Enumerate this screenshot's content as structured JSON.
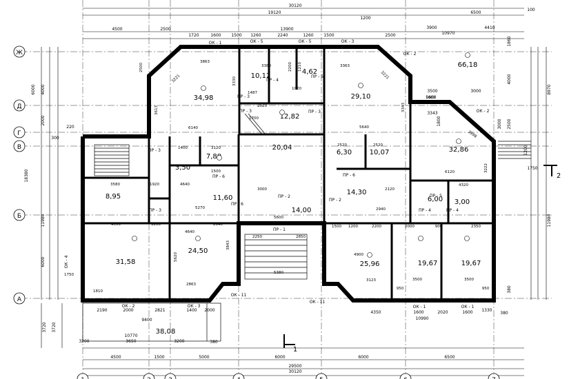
{
  "drawing": {
    "top_dims": {
      "overall": "30120",
      "sub_overall": "19120",
      "right_overall": "6500",
      "mid_overall": "13900",
      "upper_left": "4500",
      "upper_2500a": "2500",
      "d1720": "1720",
      "d1600": "1600",
      "d1500": "1500",
      "d1260": "1260",
      "d2240": "2240",
      "d1260b": "1260",
      "d1500b": "1500",
      "d1200": "1200",
      "d2500b": "2500",
      "d3900": "3900",
      "d10970": "10970",
      "d4410": "4410",
      "d100": "100"
    },
    "bottom_dims": {
      "d4500": "4500",
      "d1500": "1500",
      "d5000": "5000",
      "d6000a": "6000",
      "d6000b": "6000",
      "d6500": "6500",
      "overall": "29500",
      "overall2": "30120",
      "d2190": "2190",
      "d2000": "2000",
      "d2821": "2821",
      "d1400": "1400",
      "d2000b": "2000",
      "d4350": "4350",
      "d1600": "1600",
      "d2020": "2020",
      "d1600b": "1600",
      "d1330": "1330",
      "d380": "380",
      "d10990": "10990",
      "d3200": "3200",
      "d3650": "3650",
      "d3200b": "3200",
      "d10770": "10770",
      "d3720a": "3720",
      "d3720b": "3720",
      "d380b": "380",
      "d9400": "9400"
    },
    "left_dims": {
      "d18380": "18380",
      "d6000": "6000",
      "d4000": "4000",
      "d2000": "2000",
      "d6000b": "6000",
      "d11980": "11980",
      "d220": "220",
      "d300": "300"
    },
    "right_dims": {
      "d8970": "8970",
      "d4000": "4000",
      "d1860": "1860",
      "d3000": "3000",
      "d2500": "2500",
      "d1200": "1200",
      "d1750": "1750",
      "d11980": "11980",
      "d380": "380",
      "d3500": "3500",
      "d3000b": "3000",
      "d3343": "3343",
      "d1800": "1800",
      "d1600": "1600"
    },
    "axes_rows": [
      "Ж",
      "Д",
      "Г",
      "В",
      "Б",
      "А"
    ],
    "axes_cols": [
      "1",
      "2",
      "3",
      "4",
      "5",
      "6",
      "7"
    ],
    "section_marks": {
      "s1": "1",
      "s2": "2"
    },
    "rooms": [
      {
        "id": "r1",
        "area": "34,98"
      },
      {
        "id": "r2",
        "area": "10,12"
      },
      {
        "id": "r3",
        "area": "4,62"
      },
      {
        "id": "r4",
        "area": "29,10"
      },
      {
        "id": "r5",
        "area": "66,18"
      },
      {
        "id": "r6",
        "area": "12,82"
      },
      {
        "id": "r7",
        "area": "32,86"
      },
      {
        "id": "r8",
        "area": "20,04"
      },
      {
        "id": "r9",
        "area": "6,30"
      },
      {
        "id": "r10",
        "area": "10,07"
      },
      {
        "id": "r11",
        "area": "3,50"
      },
      {
        "id": "r12",
        "area": "7,80"
      },
      {
        "id": "r13",
        "area": "8,95"
      },
      {
        "id": "r14",
        "area": "11,60"
      },
      {
        "id": "r15",
        "area": "14,00"
      },
      {
        "id": "r16",
        "area": "14,30"
      },
      {
        "id": "r17",
        "area": "6,00"
      },
      {
        "id": "r18",
        "area": "3,00"
      },
      {
        "id": "r19",
        "area": "31,58"
      },
      {
        "id": "r20",
        "area": "24,50"
      },
      {
        "id": "r21",
        "area": "25,96"
      },
      {
        "id": "r22",
        "area": "19,67"
      },
      {
        "id": "r23",
        "area": "19,67"
      },
      {
        "id": "r24",
        "area": "38,08"
      }
    ],
    "openings": {
      "ok1a": "ОК - 1",
      "ok5a": "ОК - 5",
      "ok5b": "ОК - 5",
      "ok3a": "ОК - 3",
      "ok2a": "ОК - 2",
      "ok2b": "ОК - 2",
      "ok4": "ОК - 4",
      "ok2c": "ОК - 2",
      "ok3b": "ОК - 3",
      "ok11a": "ОК - 11",
      "ok11b": "ОК - 11",
      "ok1b": "ОК - 1",
      "ok1c": "ОК - 1",
      "pr3a": "ПР - 3",
      "pr4a": "ПР - 4",
      "pr3b": "ПР - 3",
      "pr3c": "ПР - 3",
      "pr6": "ПР - 6",
      "pr6b": "ПР - 6",
      "pr2a": "ПР - 2",
      "pr2b": "ПР - 2",
      "pr1": "ПР - 1",
      "pr3d": "ПР - 3",
      "pr4b": "ПР - 4",
      "pr3e": "ПР - 3",
      "pr5": "ПР - 5",
      "pr6c": "ПР - 6",
      "pr4c": "ПР - 4",
      "pr5b": "ПР - 5"
    },
    "inner_dims": {
      "d3863a": "3863",
      "d3221a": "3221",
      "d2500": "2500",
      "d3380": "3380",
      "d2200": "2200",
      "d1210": "1210",
      "d3363": "3363",
      "d3221b": "3221",
      "d6140": "6140",
      "d3330": "3330",
      "d1487": "1487",
      "d2520": "2520",
      "d1700": "1700",
      "d5640": "5640",
      "d1020": "1020",
      "d1400a": "1400",
      "d3120": "3120",
      "d2520b": "2520",
      "d2520c": "2520",
      "d3580": "3580",
      "d1920": "1920",
      "d4640": "4640",
      "d1500": "1500",
      "d5270": "5270",
      "d3000": "3000",
      "d5600": "5600",
      "d6120": "6120",
      "d4320": "4320",
      "d2940": "2940",
      "d2120": "2120",
      "d4550": "4550",
      "d1200a": "1200",
      "d4640b": "4640",
      "d2840": "2840",
      "d1500b": "1500",
      "d1200b": "1200",
      "d2200b": "2200",
      "d2000": "2000",
      "d900": "900",
      "d2350": "2350",
      "d2250": "2250",
      "d2850": "2850",
      "d4900": "4900",
      "d5620": "5620",
      "d2863": "2863",
      "d5380": "5380",
      "d3123": "3123",
      "d3500a": "3500",
      "d3500b": "3500",
      "d950a": "950",
      "d950b": "950",
      "d1810": "1810",
      "d1750": "1750",
      "d3843": "3843",
      "d3613": "3613",
      "d3998": "3998",
      "d3222": "3222",
      "d1600": "1600",
      "d3343": "3343"
    }
  }
}
